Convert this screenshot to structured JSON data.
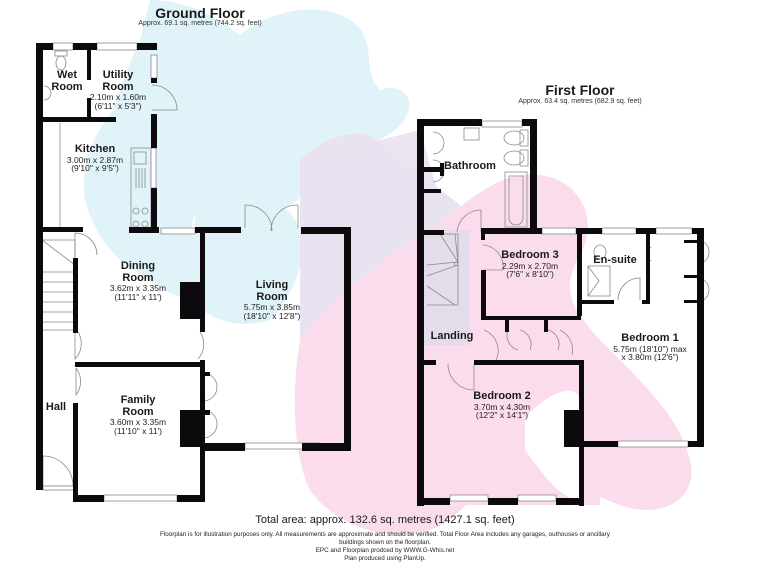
{
  "ground_floor": {
    "title": "Ground Floor",
    "area": "Approx. 69.1 sq. metres (744.2 sq. feet)",
    "rooms": [
      {
        "name": "Wet\nRoom",
        "line1": "Wet",
        "line2": "Room",
        "dim_m": "",
        "dim_ft": ""
      },
      {
        "name": "Utility Room",
        "line1": "Utility",
        "line2": "Room",
        "dim_m": "2.10m x 1.60m",
        "dim_ft": "(6'11\" x 5'3\")"
      },
      {
        "name": "Kitchen",
        "line1": "Kitchen",
        "line2": "",
        "dim_m": "3.00m x 2.87m",
        "dim_ft": "(9'10\" x 9'5\")"
      },
      {
        "name": "Dining Room",
        "line1": "Dining",
        "line2": "Room",
        "dim_m": "3.62m x 3.35m",
        "dim_ft": "(11'11\" x 11')"
      },
      {
        "name": "Living Room",
        "line1": "Living",
        "line2": "Room",
        "dim_m": "5.75m x 3.85m",
        "dim_ft": "(18'10\" x 12'8\")"
      },
      {
        "name": "Family Room",
        "line1": "Family",
        "line2": "Room",
        "dim_m": "3.60m x 3.35m",
        "dim_ft": "(11'10\" x 11')"
      },
      {
        "name": "Hall",
        "line1": "Hall",
        "line2": "",
        "dim_m": "",
        "dim_ft": ""
      }
    ]
  },
  "first_floor": {
    "title": "First Floor",
    "area": "Approx. 63.4 sq. metres (682.9 sq. feet)",
    "rooms": [
      {
        "name": "Bathroom",
        "line1": "Bathroom",
        "line2": "",
        "dim_m": "",
        "dim_ft": ""
      },
      {
        "name": "Bedroom 3",
        "line1": "Bedroom 3",
        "line2": "",
        "dim_m": "2.29m x 2.70m",
        "dim_ft": "(7'6\" x 8'10\")"
      },
      {
        "name": "En-suite",
        "line1": "En-suite",
        "line2": "",
        "dim_m": "",
        "dim_ft": ""
      },
      {
        "name": "Landing",
        "line1": "Landing",
        "line2": "",
        "dim_m": "",
        "dim_ft": ""
      },
      {
        "name": "Bedroom 1",
        "line1": "Bedroom 1",
        "line2": "",
        "dim_m": "5.75m (18'10\") max",
        "dim_ft": "x 3.80m (12'6\")"
      },
      {
        "name": "Bedroom 2",
        "line1": "Bedroom 2",
        "line2": "",
        "dim_m": "3.70m x 4.30m",
        "dim_ft": "(12'2\" x 14'1\")"
      }
    ]
  },
  "footer": {
    "total": "Total area: approx. 132.6 sq. metres (1427.1 sq. feet)",
    "disclaimer_1": "Floorplan is for illustration purposes only. All measurements are approximate and should be verified. Total Floor Area includes any garages, outhouses or ancillary",
    "disclaimer_2": "buildings shown on the floorplan.",
    "credit": "EPC and Floorplan prodced by WWW.G-Whis.net",
    "software": "Plan produced using PlanUp."
  },
  "colors": {
    "wall": "#0d0a0e",
    "watermark_blue": "#dff3f8",
    "watermark_purple": "#e9e2ef",
    "watermark_pink": "#fbdced",
    "fixture_line": "#8a8a8a"
  }
}
